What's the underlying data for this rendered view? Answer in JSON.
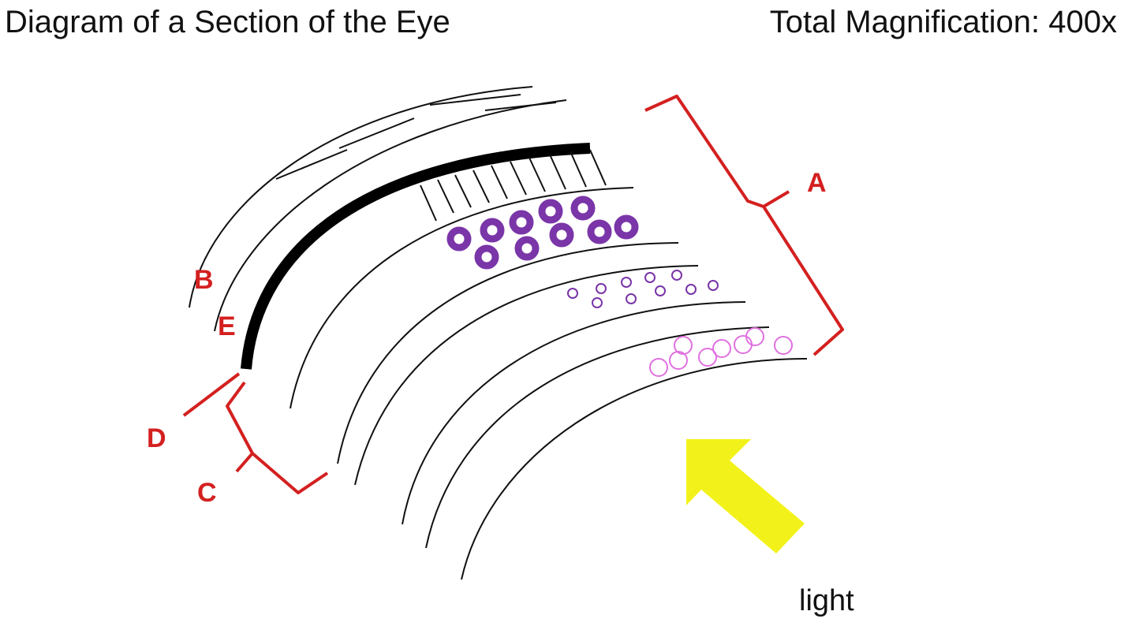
{
  "title": "Diagram of a Section of the Eye",
  "magnification": "Total Magnification: 400x",
  "labels": {
    "A": "A",
    "B": "B",
    "C": "C",
    "D": "D",
    "E": "E"
  },
  "light_label": "light",
  "colors": {
    "label": "#d42020",
    "bracket": "#d42020",
    "arrow": "#f2f21a",
    "line": "#111111",
    "cells_dark": "#7a35a8",
    "cells_small": "#7a35a8",
    "cells_pink": "#e070e0"
  }
}
